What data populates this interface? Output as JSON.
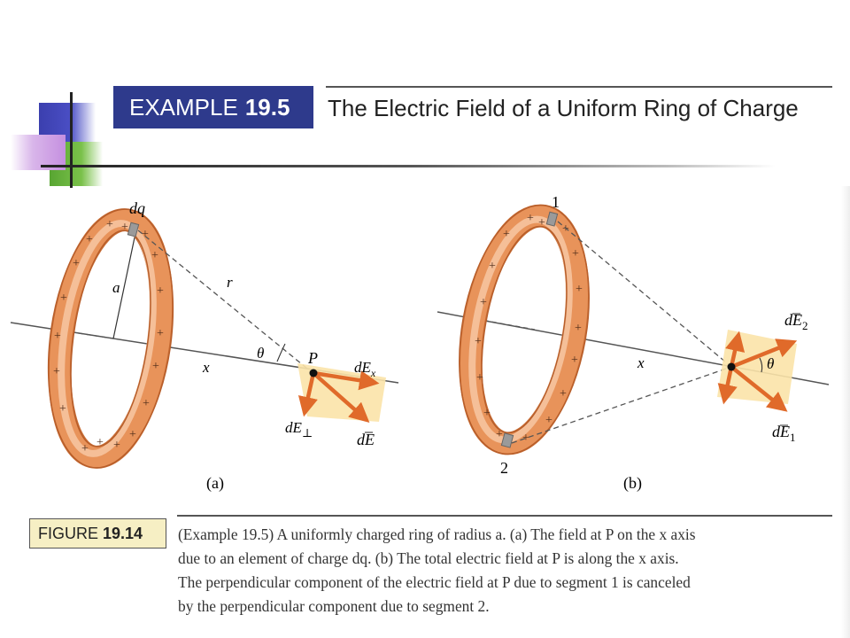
{
  "header": {
    "example_prefix": "EXAMPLE",
    "example_number": "19.5",
    "title": "The Electric Field of a Uniform Ring of Charge"
  },
  "figure_a": {
    "label_dq": "dq",
    "label_a": "a",
    "label_r": "r",
    "label_theta": "θ",
    "label_x": "x",
    "label_P": "P",
    "label_dEx": "dE",
    "label_dEx_sub": "x",
    "label_dEperp": "dE",
    "label_dEperp_sub": "⊥",
    "label_dE": "dE",
    "caption_letter": "(a)"
  },
  "figure_b": {
    "label_1": "1",
    "label_2": "2",
    "label_x": "x",
    "label_theta": "θ",
    "label_dE2": "dE",
    "label_dE2_sub": "2",
    "label_dE1": "dE",
    "label_dE1_sub": "1",
    "caption_letter": "(b)"
  },
  "figure_caption": {
    "prefix": "FIGURE",
    "number": "19.14",
    "lines": [
      "(Example 19.5) A uniformly charged ring of radius a. (a) The field at P on the x axis",
      "due to an element of charge dq. (b) The total electric field at P is along the x axis.",
      "The perpendicular component of the electric field at P due to segment 1 is canceled",
      "by the perpendicular component due to segment 2."
    ]
  },
  "colors": {
    "ring_orange": "#e8935a",
    "ring_light": "#f8cba7",
    "arrow_orange": "#e06a2a",
    "highlight_yellow": "#fbe3a8",
    "badge_blue": "#2e3a8c",
    "fig_badge_bg": "#f6efc4"
  }
}
